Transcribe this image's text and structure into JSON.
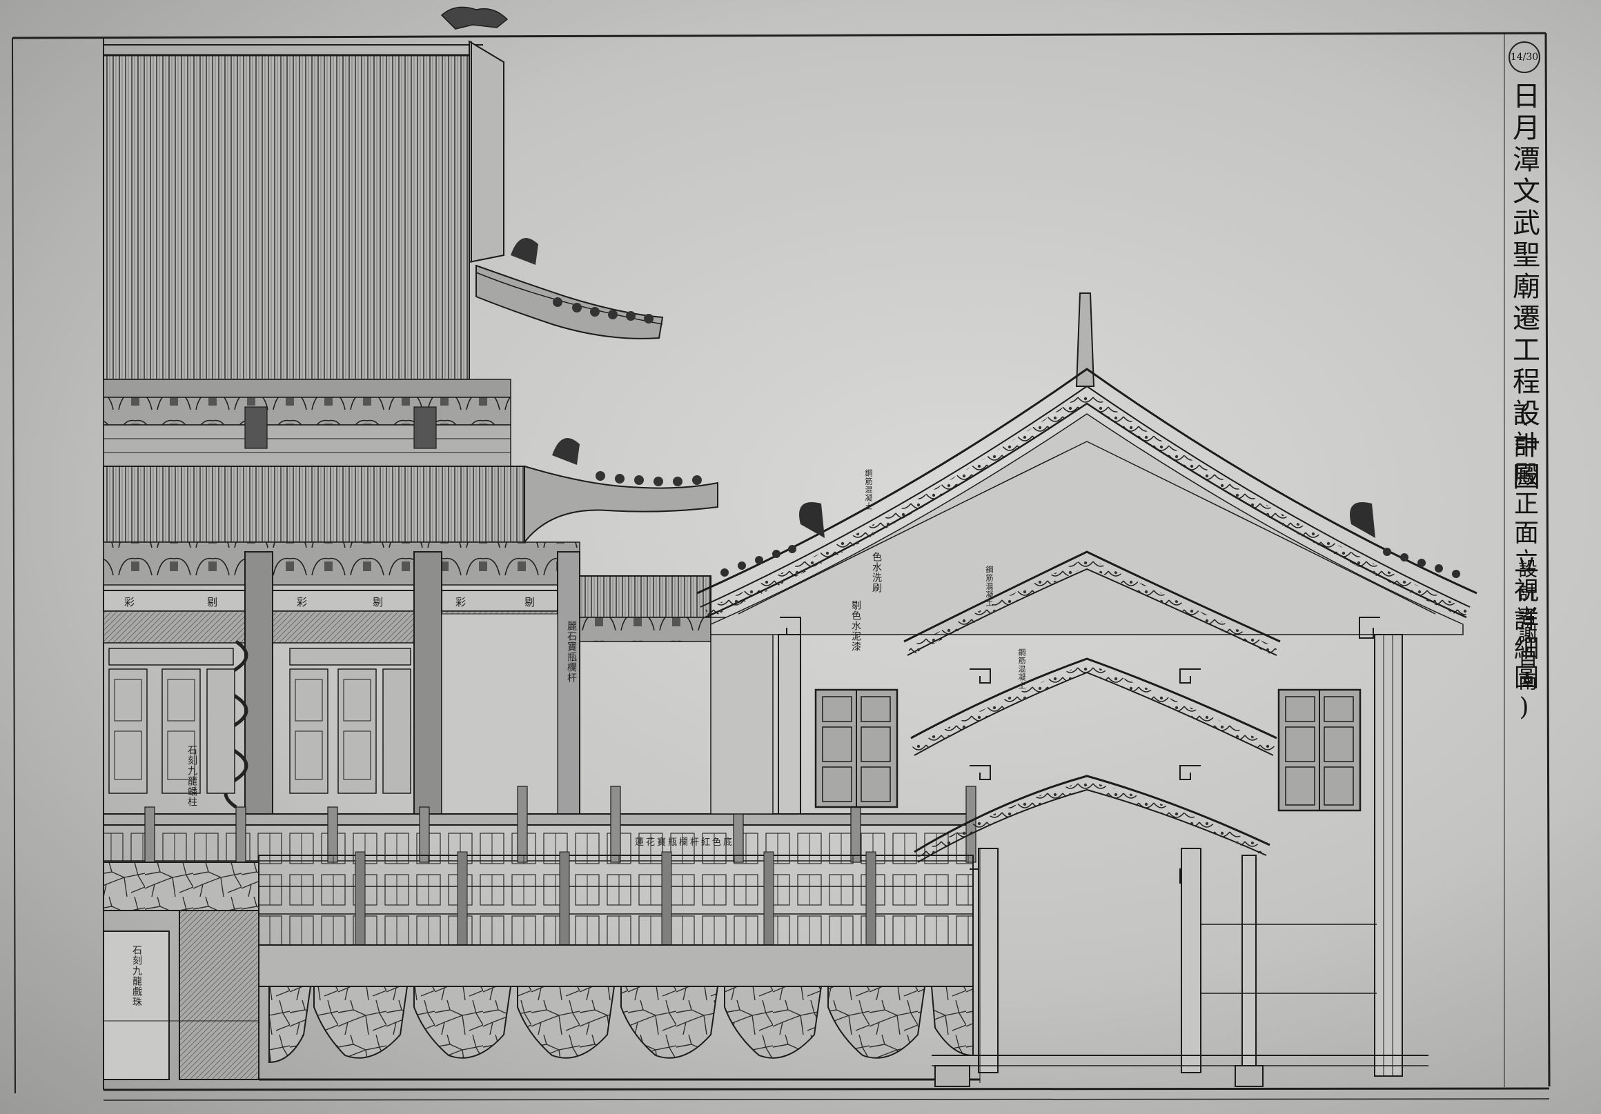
{
  "sheet": {
    "number": "14/30",
    "title": "日月潭文武聖廟遷工程設計圖",
    "subtitle": "(中殿正面立視詳細圖)",
    "designer_label": "設計者",
    "designer_name": "謝自南"
  },
  "annotations": {
    "fascia_labels": [
      "彩",
      "剔",
      "彩",
      "剔",
      "彩",
      "剔"
    ],
    "dragon_column_note": "石刻九龍蟠柱",
    "gable_note": "色水洗刷",
    "lower_gable_note": "剔色水泥漆",
    "balustrade_note": "麗石寶瓶欄杆",
    "railing_note": "蓮花寶瓶欄杆紅色底",
    "stair_note": "石刻九龍戲珠",
    "roof_ridge_note_1": "鋼筋混凝土",
    "roof_ridge_note_2": "鋼筋混凝土",
    "roof_ridge_note_3": "鋼筋混凝土"
  },
  "colors": {
    "paper": "#cfcfcd",
    "ink": "#1a1a1a"
  }
}
